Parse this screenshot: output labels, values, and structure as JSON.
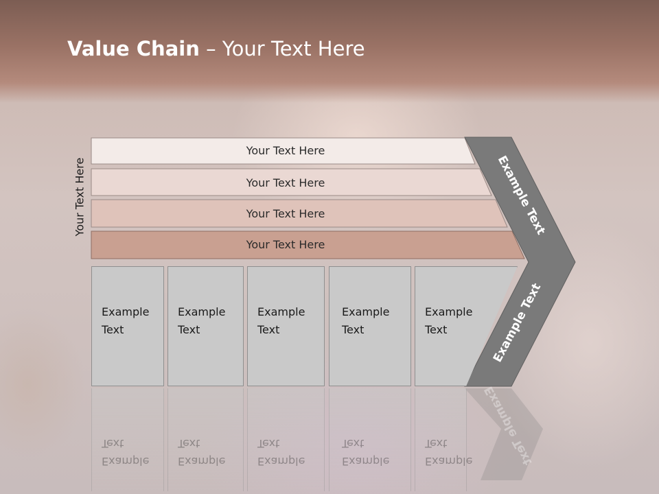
{
  "slide": {
    "title_bold": "Value Chain",
    "title_rest": " – Your Text Here",
    "side_label": "Your Text Here"
  },
  "bars": [
    {
      "label": "Your Text Here",
      "color": "#f3ebe8"
    },
    {
      "label": "Your Text Here",
      "color": "#ead8d3"
    },
    {
      "label": "Your Text Here",
      "color": "#dfc3ba"
    },
    {
      "label": "Your Text Here",
      "color": "#c9a091"
    }
  ],
  "boxes": [
    {
      "line1": "Example",
      "line2": "Text"
    },
    {
      "line1": "Example",
      "line2": "Text"
    },
    {
      "line1": "Example",
      "line2": "Text"
    },
    {
      "line1": "Example",
      "line2": "Text"
    },
    {
      "line1": "Example",
      "line2": "Text"
    }
  ],
  "chevron": {
    "upper_label": "Example Text",
    "lower_label": "Example Text",
    "color": "#7a7a7a"
  }
}
